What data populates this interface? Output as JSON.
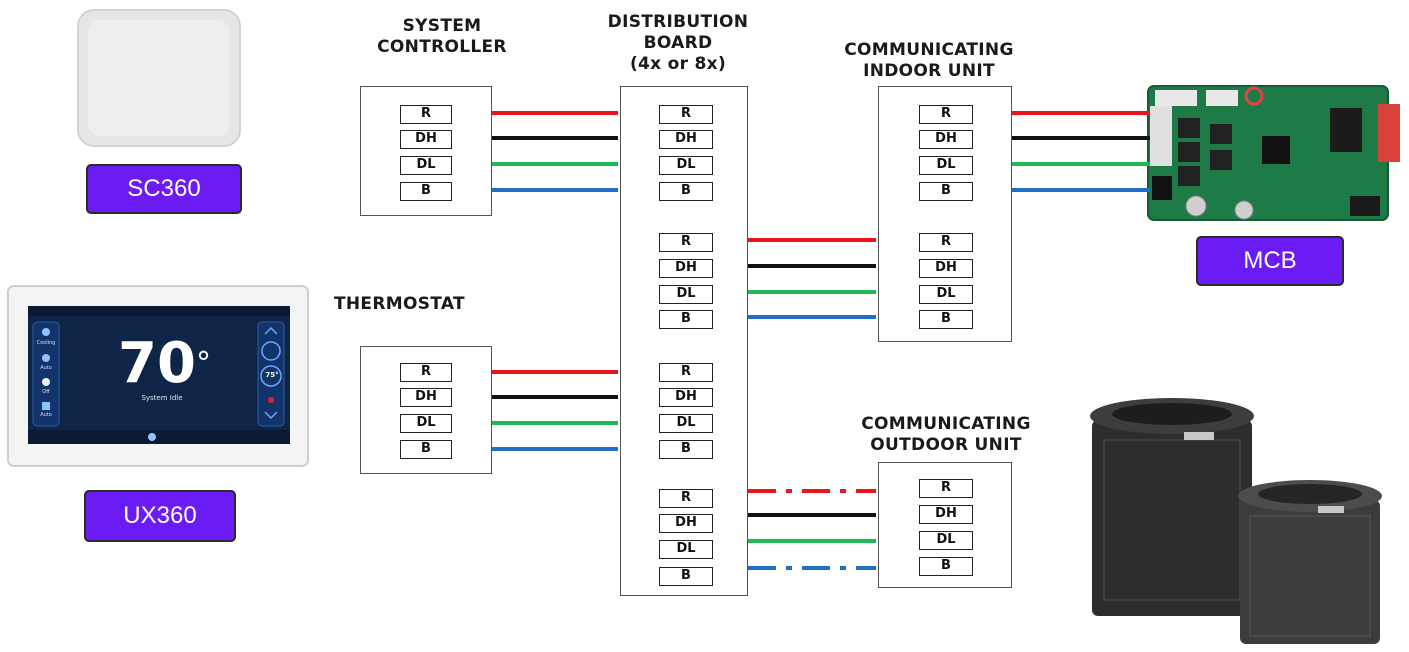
{
  "headings": {
    "system_controller": [
      "SYSTEM",
      "CONTROLLER"
    ],
    "distribution_board": [
      "DISTRIBUTION",
      "BOARD",
      "(4x or 8x)"
    ],
    "indoor_unit": [
      "COMMUNICATING",
      "INDOOR UNIT"
    ],
    "thermostat": [
      "THERMOSTAT"
    ],
    "outdoor_unit": [
      "COMMUNICATING",
      "OUTDOOR UNIT"
    ]
  },
  "terminals": [
    "R",
    "DH",
    "DL",
    "B"
  ],
  "wire_colors": {
    "R": "#e8141c",
    "DH": "#111111",
    "DL": "#1db954",
    "B": "#1f6fc7"
  },
  "labels": {
    "sc360": "SC360",
    "ux360": "UX360",
    "mcb": "MCB"
  },
  "thermostat_screen": {
    "temperature": "70",
    "degree": "°",
    "status": "System Idle",
    "setpoint": "75°",
    "mode_cooling": "Cooling",
    "mode_auto": "Auto",
    "mode_off": "Off"
  }
}
